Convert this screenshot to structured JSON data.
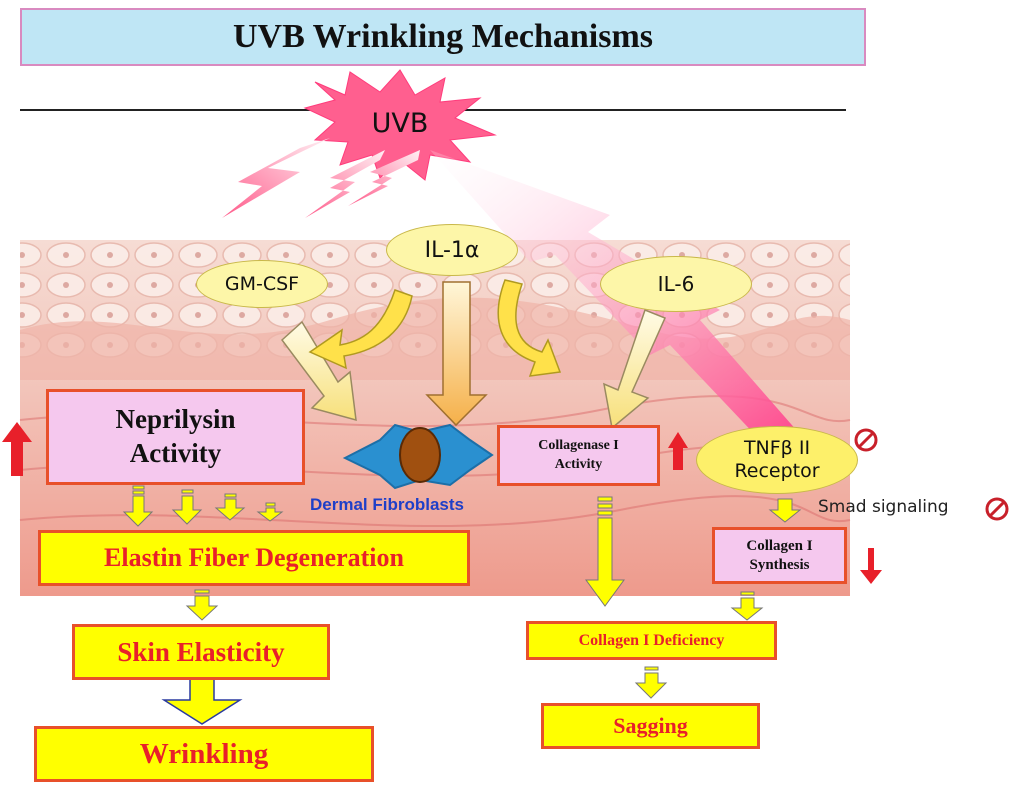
{
  "title": "UVB  Wrinkling Mechanisms",
  "uvb_label": "UVB",
  "cytokines": {
    "il1a": "IL-1α",
    "gmcsf": "GM-CSF",
    "il6": "IL-6"
  },
  "boxes": {
    "neprilysin": "Neprilysin Activity",
    "collagenase": "Collagenase I Activity",
    "tnf_receptor": "TNFβ II Receptor",
    "collagen_synthesis": "Collagen I Synthesis",
    "elastin": "Elastin Fiber Degeneration",
    "skin_elasticity": "Skin Elasticity",
    "wrinkling": "Wrinkling",
    "collagen_deficiency": "Collagen I Deficiency",
    "sagging": "Sagging"
  },
  "labels": {
    "dermal_fibroblasts": "Dermal Fibroblasts",
    "smad": "Smad signaling"
  },
  "colors": {
    "title_bg": "#bfe6f5",
    "pink_box": "#f5c8ee",
    "yellow_box": "#ffff00",
    "box_border": "#e8502a",
    "red_text": "#e8202a",
    "fibroblast_blue": "#2a90d0",
    "label_blue": "#1f3fc8"
  }
}
